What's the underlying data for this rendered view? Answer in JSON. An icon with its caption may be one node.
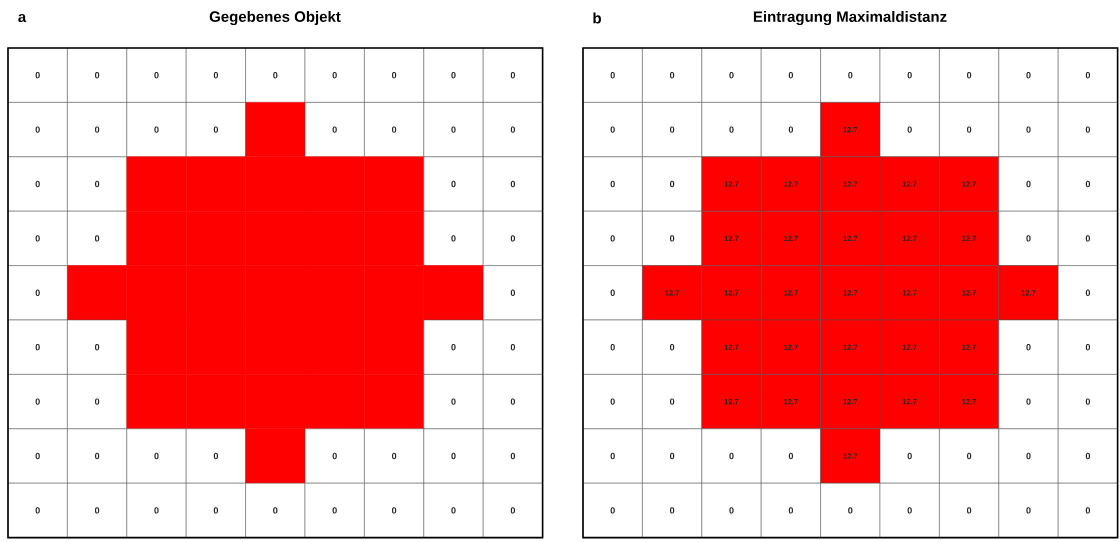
{
  "diagram": {
    "nodes": [
      {
        "text": [
          "0"
        ]
      },
      {
        "text": [
          "0"
        ]
      },
      {
        "text": [
          "0"
        ]
      },
      {
        "text": [
          "0"
        ]
      },
      {
        "text": [
          "0"
        ]
      },
      {
        "text": [
          "0"
        ]
      },
      {
        "text": [
          "0"
        ]
      },
      {
        "text": [
          "0"
        ]
      },
      {
        "text": [
          "0"
        ]
      },
      {
        "text": [
          "0"
        ]
      },
      {
        "text": [
          "0"
        ]
      },
      {
        "text": [
          "0"
        ]
      },
      {
        "text": [
          "0"
        ]
      },
      {
        "text": [],
        "shape": "box"
      },
      {
        "text": [
          "0"
        ]
      },
      {
        "text": [
          "0"
        ]
      },
      {
        "text": [
          "0"
        ]
      },
      {
        "text": [
          "0"
        ]
      },
      {
        "text": [
          "0"
        ]
      },
      {
        "text": [
          "0"
        ]
      },
      {
        "text": [],
        "shape": "box"
      },
      {
        "text": [],
        "shape": "box"
      },
      {
        "text": [],
        "shape": "box"
      },
      {
        "text": [],
        "shape": "box"
      },
      {
        "text": [],
        "shape": "box"
      },
      {
        "text": [
          "0"
        ]
      },
      {
        "text": [
          "0"
        ]
      },
      {
        "text": [
          "0"
        ]
      },
      {
        "text": [
          "0"
        ]
      },
      {
        "text": [],
        "shape": "box"
      },
      {
        "text": [],
        "shape": "box"
      },
      {
        "text": [],
        "shape": "box"
      },
      {
        "text": [],
        "shape": "box"
      },
      {
        "text": [],
        "shape": "box"
      },
      {
        "text": [
          "0"
        ]
      },
      {
        "text": [
          "0"
        ]
      },
      {
        "text": [
          "0"
        ]
      },
      {
        "text": [],
        "shape": "box"
      },
      {
        "text": [],
        "shape": "box"
      },
      {
        "text": [],
        "shape": "box"
      },
      {
        "text": [],
        "shape": "box"
      },
      {
        "text": [],
        "shape": "box"
      },
      {
        "text": [],
        "shape": "box"
      },
      {
        "text": [],
        "shape": "box"
      },
      {
        "text": [
          "0"
        ]
      },
      {
        "text": [
          "0"
        ]
      },
      {
        "text": [
          "0"
        ]
      },
      {
        "text": [],
        "shape": "box"
      },
      {
        "text": [],
        "shape": "box"
      },
      {
        "text": [],
        "shape": "box"
      },
      {
        "text": [],
        "shape": "box"
      },
      {
        "text": [],
        "shape": "box"
      },
      {
        "text": [
          "0"
        ]
      },
      {
        "text": [
          "0"
        ]
      },
      {
        "text": [
          "0"
        ]
      },
      {
        "text": [
          "0"
        ]
      },
      {
        "text": [],
        "shape": "box"
      },
      {
        "text": [],
        "shape": "box"
      },
      {
        "text": [],
        "shape": "box"
      },
      {
        "text": [],
        "shape": "box"
      },
      {
        "text": [],
        "shape": "box"
      },
      {
        "text": [
          "0"
        ]
      },
      {
        "text": [
          "0"
        ]
      },
      {
        "text": [
          "0"
        ]
      },
      {
        "text": [
          "0"
        ]
      },
      {
        "text": [
          "0"
        ]
      },
      {
        "text": [
          "0"
        ]
      },
      {
        "text": [],
        "shape": "box"
      },
      {
        "text": [
          "0"
        ]
      },
      {
        "text": [
          "0"
        ]
      },
      {
        "text": [
          "0"
        ]
      },
      {
        "text": [
          "0"
        ]
      },
      {
        "text": [
          "0"
        ]
      },
      {
        "text": [
          "0"
        ]
      },
      {
        "text": [
          "0"
        ]
      },
      {
        "text": [
          "0"
        ]
      },
      {
        "text": [
          "0"
        ]
      },
      {
        "text": [
          "0"
        ]
      },
      {
        "text": [
          "0"
        ]
      },
      {
        "text": [
          "0"
        ]
      },
      {
        "text": [
          "0"
        ]
      },
      {
        "text": [
          "0"
        ]
      },
      {
        "text": [
          "0"
        ]
      },
      {
        "text": [
          "0"
        ]
      },
      {
        "text": [
          "0"
        ]
      },
      {
        "text": [
          "0"
        ]
      },
      {
        "text": [
          "0"
        ]
      },
      {
        "text": [
          "0"
        ]
      },
      {
        "text": [
          "0"
        ]
      },
      {
        "text": [
          "0"
        ]
      },
      {
        "text": [
          "0"
        ]
      },
      {
        "text": [
          "0"
        ]
      },
      {
        "text": [
          "0"
        ]
      },
      {
        "text": [
          "0"
        ]
      },
      {
        "text": [
          "12.7"
        ]
      },
      {
        "text": [
          "0"
        ]
      },
      {
        "text": [
          "0"
        ]
      },
      {
        "text": [
          "0"
        ]
      },
      {
        "text": [
          "0"
        ]
      },
      {
        "text": [
          "0"
        ]
      },
      {
        "text": [
          "0"
        ]
      },
      {
        "text": [
          "12.7"
        ]
      },
      {
        "text": [
          "12.7"
        ]
      },
      {
        "text": [
          "12.7"
        ]
      },
      {
        "text": [
          "12.7"
        ]
      },
      {
        "text": [
          "12.7"
        ]
      },
      {
        "text": [
          "0"
        ]
      },
      {
        "text": [
          "0"
        ]
      },
      {
        "text": [
          "0"
        ]
      },
      {
        "text": [
          "0"
        ]
      },
      {
        "text": [
          "12.7"
        ]
      },
      {
        "text": [
          "12.7"
        ]
      },
      {
        "text": [
          "12.7"
        ]
      },
      {
        "text": [
          "12.7"
        ]
      },
      {
        "text": [
          "12.7"
        ]
      },
      {
        "text": [
          "0"
        ]
      },
      {
        "text": [
          "0"
        ]
      },
      {
        "text": [
          "0"
        ]
      },
      {
        "text": [
          "12.7"
        ]
      },
      {
        "text": [
          "12.7"
        ]
      },
      {
        "text": [
          "12.7"
        ]
      },
      {
        "text": [
          "12.7"
        ]
      },
      {
        "text": [
          "12.7"
        ]
      },
      {
        "text": [
          "12.7"
        ]
      },
      {
        "text": [
          "12.7"
        ]
      },
      {
        "text": [
          "0"
        ]
      },
      {
        "text": [
          "0"
        ]
      },
      {
        "text": [
          "0"
        ]
      },
      {
        "text": [
          "12.7"
        ]
      },
      {
        "text": [
          "12.7"
        ]
      },
      {
        "text": [
          "12.7"
        ]
      },
      {
        "text": [
          "12.7"
        ]
      },
      {
        "text": [
          "12.7"
        ]
      },
      {
        "text": [
          "0"
        ]
      },
      {
        "text": [
          "0"
        ]
      },
      {
        "text": [
          "0"
        ]
      },
      {
        "text": [
          "0"
        ]
      },
      {
        "text": [
          "12.7"
        ]
      },
      {
        "text": [
          "12.7"
        ]
      },
      {
        "text": [
          "12.7"
        ]
      },
      {
        "text": [
          "12.7"
        ]
      },
      {
        "text": [
          "12.7"
        ]
      },
      {
        "text": [
          "0"
        ]
      },
      {
        "text": [
          "0"
        ]
      },
      {
        "text": [
          "0"
        ]
      },
      {
        "text": [
          "0"
        ]
      },
      {
        "text": [
          "0"
        ]
      },
      {
        "text": [
          "0"
        ]
      },
      {
        "text": [
          "12.7"
        ]
      },
      {
        "text": [
          "0"
        ]
      },
      {
        "text": [
          "0"
        ]
      },
      {
        "text": [
          "0"
        ]
      },
      {
        "text": [
          "0"
        ]
      },
      {
        "text": [
          "0"
        ]
      },
      {
        "text": [
          "0"
        ]
      },
      {
        "text": [
          "0"
        ]
      },
      {
        "text": [
          "0"
        ]
      },
      {
        "text": [
          "0"
        ]
      },
      {
        "text": [
          "0"
        ]
      },
      {
        "text": [
          "0"
        ]
      },
      {
        "text": [
          "0"
        ]
      },
      {
        "text": [
          "0"
        ]
      }
    ],
    "labels": [
      "a",
      "Gegebenes Objekt",
      "b",
      "Eintragung Maximaldistanz"
    ]
  }
}
